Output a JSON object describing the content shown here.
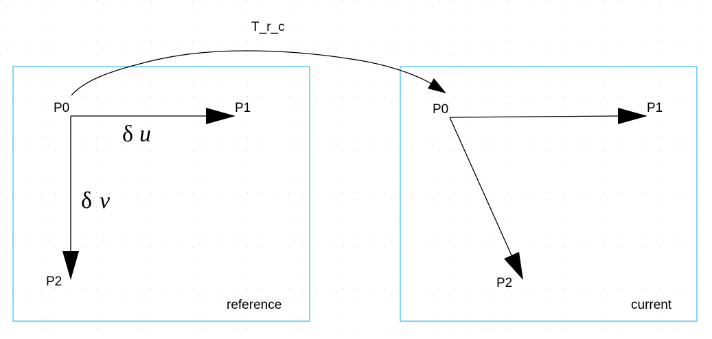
{
  "diagram": {
    "transform_label": "T_r_c",
    "colors": {
      "frame": "#5bc8ef",
      "ink": "#000000",
      "grid_dot": "#c8c8c8"
    },
    "reference": {
      "caption": "reference",
      "p0": "P0",
      "p1": "P1",
      "p2": "P2",
      "du_delta": "δ",
      "du_var": "u",
      "dv_delta": "δ",
      "dv_var": "v"
    },
    "current": {
      "caption": "current",
      "p0": "P0",
      "p1": "P1",
      "p2": "P2"
    }
  }
}
